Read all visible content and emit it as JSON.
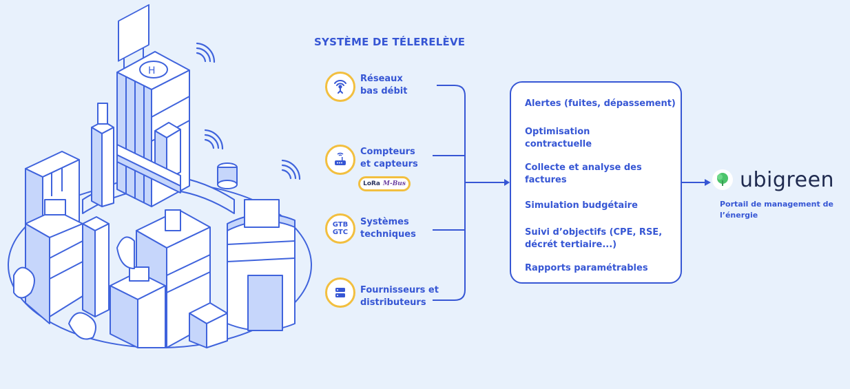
{
  "title": "SYSTÈME DE TÉLERELÈVE",
  "sources": [
    {
      "icon": "antenna-icon",
      "label_line1": "Réseaux",
      "label_line2": "bas débit"
    },
    {
      "icon": "router-icon",
      "label_line1": "Compteurs",
      "label_line2": "et capteurs"
    },
    {
      "icon": "gtb-gtc-icon",
      "icon_text1": "GTB",
      "icon_text2": "GTC",
      "label_line1": "Systèmes",
      "label_line2": "techniques"
    },
    {
      "icon": "server-icon",
      "label_line1": "Fournisseurs et",
      "label_line2": "distributeurs"
    }
  ],
  "protocols": {
    "lora": "LoRa",
    "mbus": "M-Bus"
  },
  "features": [
    {
      "line1": "Alertes (fuites, dépassement)",
      "line2": ""
    },
    {
      "line1": "Optimisation",
      "line2": "contractuelle"
    },
    {
      "line1": "Collecte et analyse des",
      "line2": "factures"
    },
    {
      "line1": "Simulation budgétaire",
      "line2": ""
    },
    {
      "line1": "Suivi d’objectifs (CPE, RSE,",
      "line2": "décrét tertiaire...)"
    },
    {
      "line1": "Rapports paramétrables",
      "line2": ""
    }
  ],
  "brand": {
    "name": "ubigreen",
    "subtitle_line1": "Portail de management de",
    "subtitle_line2": "l’énergie"
  },
  "colors": {
    "primary": "#3656d4",
    "accent": "#f2bf3f",
    "background": "#e8f1fc",
    "illustration_fill": "#c6d6fb",
    "brand_green": "#4cc46a"
  }
}
